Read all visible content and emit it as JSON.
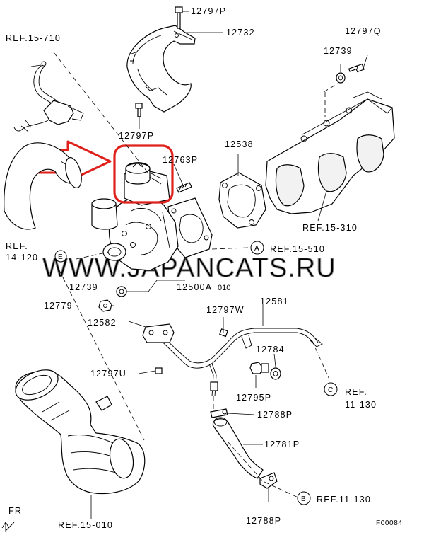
{
  "watermark": "WWW.JAPANCATS.RU",
  "watermark_suffix": "010",
  "figure_code": "F00084",
  "direction_marker": "FR",
  "accent_color": "#e0201b",
  "part_numbers": {
    "p12797P_top": "12797P",
    "p12732": "12732",
    "p12797Q": "12797Q",
    "p12739_right": "12739",
    "p12797P_mid": "12797P",
    "p12763P": "12763P",
    "p12538": "12538",
    "p12739_left": "12739",
    "p12500A": "12500A",
    "p12779": "12779",
    "p12797W": "12797W",
    "p12581": "12581",
    "p12582": "12582",
    "p12784": "12784",
    "p12797U": "12797U",
    "p12795P": "12795P",
    "p12788P_upper": "12788P",
    "p12781P": "12781P",
    "p12788P_lower": "12788P"
  },
  "references": {
    "ref_15_710": "REF.15-710",
    "ref_15_310": "REF.15-310",
    "ref_15_510": "REF.15-510",
    "ref_14_120_a": "REF.",
    "ref_14_120_b": "14-120",
    "ref_11_130_c_a": "REF.",
    "ref_11_130_c_b": "11-130",
    "ref_11_130_b": "REF.11-130",
    "ref_15_010": "REF.15-010"
  },
  "callouts": {
    "A": "A",
    "B": "B",
    "C": "C",
    "E": "E"
  }
}
